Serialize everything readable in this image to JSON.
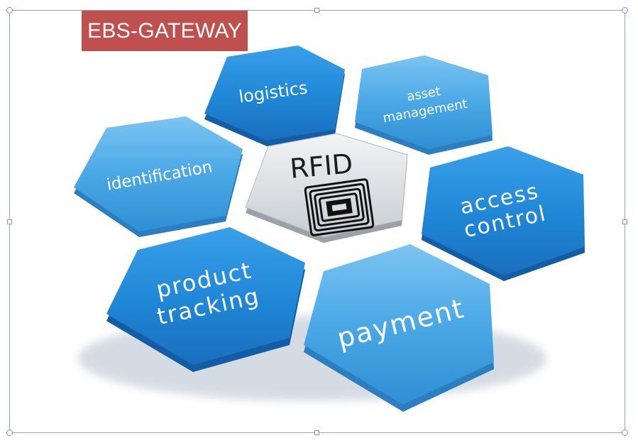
{
  "brand": {
    "label": "EBS-GATEWAY"
  },
  "center": {
    "label": "RFID",
    "icon": "rfid-chip-icon"
  },
  "hexagons": [
    {
      "id": "logistics",
      "lines": [
        "logistics"
      ]
    },
    {
      "id": "asset-management",
      "lines": [
        "asset",
        "management"
      ]
    },
    {
      "id": "identification",
      "lines": [
        "identification"
      ]
    },
    {
      "id": "access-control",
      "lines": [
        "access",
        "control"
      ]
    },
    {
      "id": "product-tracking",
      "lines": [
        "product",
        "tracking"
      ]
    },
    {
      "id": "payment",
      "lines": [
        "payment"
      ]
    }
  ],
  "colors": {
    "hex_blue": "#1f86d6",
    "hex_light": "#4aa8e6",
    "center_gray": "#cfd4d8",
    "brand_red": "#c0504d"
  }
}
